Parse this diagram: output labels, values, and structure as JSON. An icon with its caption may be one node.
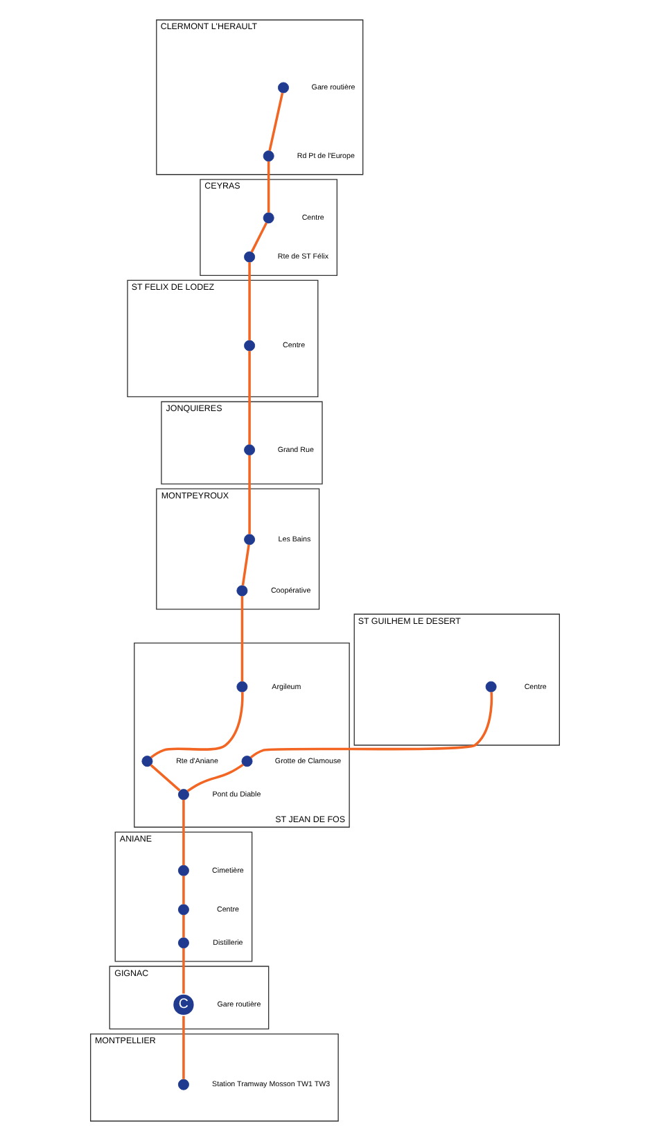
{
  "diagram": {
    "nodes": [
      {
        "text": [
          "CLERMONT L'HERAULT"
        ]
      },
      {
        "text": [],
        "shape": "circle",
        "beside": [
          "Gare routière"
        ],
        "in": 0
      },
      {
        "text": [],
        "shape": "circle",
        "beside": [
          "Rd Pt de l'Europe"
        ],
        "in": 0
      },
      {
        "text": [
          "CEYRAS"
        ]
      },
      {
        "text": [],
        "shape": "circle",
        "beside": [
          "Centre"
        ],
        "in": 3
      },
      {
        "text": [],
        "shape": "circle",
        "beside": [
          "Rte de ST Félix"
        ],
        "in": 3
      },
      {
        "text": [
          "ST FELIX DE LODEZ"
        ]
      },
      {
        "text": [],
        "shape": "circle",
        "beside": [
          "Centre"
        ],
        "in": 6
      },
      {
        "text": [
          "JONQUIERES"
        ]
      },
      {
        "text": [],
        "shape": "circle",
        "beside": [
          "Grand Rue"
        ],
        "in": 8
      },
      {
        "text": [
          "MONTPEYROUX"
        ]
      },
      {
        "text": [],
        "shape": "circle",
        "beside": [
          "Les Bains"
        ],
        "in": 10
      },
      {
        "text": [],
        "shape": "circle",
        "beside": [
          "Coopérative"
        ],
        "in": 10
      },
      {
        "text": [
          "ST GUILHEM LE DESERT"
        ]
      },
      {
        "text": [],
        "shape": "circle",
        "beside": [
          "Centre"
        ],
        "in": 13
      },
      {
        "text": [
          "ST JEAN DE FOS"
        ]
      },
      {
        "text": [],
        "shape": "circle",
        "beside": [
          "Argileum"
        ],
        "in": 15
      },
      {
        "text": [],
        "shape": "circle",
        "beside": [
          "Rte d'Aniane"
        ],
        "in": 15
      },
      {
        "text": [],
        "shape": "circle",
        "beside": [
          "Grotte de Clamouse"
        ],
        "in": 15
      },
      {
        "text": [],
        "shape": "circle",
        "beside": [
          "Pont du Diable"
        ],
        "in": 15
      },
      {
        "text": [
          "ANIANE"
        ]
      },
      {
        "text": [],
        "shape": "circle",
        "beside": [
          "Cimetière"
        ],
        "in": 20
      },
      {
        "text": [],
        "shape": "circle",
        "beside": [
          "Centre"
        ],
        "in": 20
      },
      {
        "text": [],
        "shape": "circle",
        "beside": [
          "Distillerie"
        ],
        "in": 20
      },
      {
        "text": [
          "GIGNAC"
        ]
      },
      {
        "text": [
          "C"
        ],
        "beside": [
          "Gare routière"
        ],
        "in": 24
      },
      {
        "text": [
          "MONTPELLIER"
        ]
      },
      {
        "text": [],
        "shape": "circle",
        "beside": [
          "Station Tramway Mosson TW1 TW3"
        ],
        "in": 26
      }
    ],
    "edges": [
      {
        "from": 1,
        "to": 2,
        "arrow": "none"
      },
      {
        "from": 2,
        "to": 4,
        "arrow": "none"
      },
      {
        "from": 4,
        "to": 5,
        "arrow": "none"
      },
      {
        "from": 5,
        "to": 7,
        "arrow": "none"
      },
      {
        "from": 7,
        "to": 9,
        "arrow": "none"
      },
      {
        "from": 9,
        "to": 11,
        "arrow": "none"
      },
      {
        "from": 11,
        "to": 12,
        "arrow": "none"
      },
      {
        "from": 12,
        "to": 16,
        "arrow": "none"
      },
      {
        "from": 16,
        "to": 17,
        "arrow": "none"
      },
      {
        "from": 17,
        "to": 19,
        "arrow": "none"
      },
      {
        "from": 14,
        "to": 18,
        "arrow": "none"
      },
      {
        "from": 18,
        "to": 19,
        "arrow": "none"
      },
      {
        "from": 19,
        "to": 21,
        "arrow": "none"
      },
      {
        "from": 21,
        "to": 22,
        "arrow": "none"
      },
      {
        "from": 22,
        "to": 23,
        "arrow": "none"
      },
      {
        "from": 23,
        "to": 25,
        "arrow": "none"
      },
      {
        "from": 25,
        "to": 27,
        "arrow": "none"
      }
    ]
  }
}
